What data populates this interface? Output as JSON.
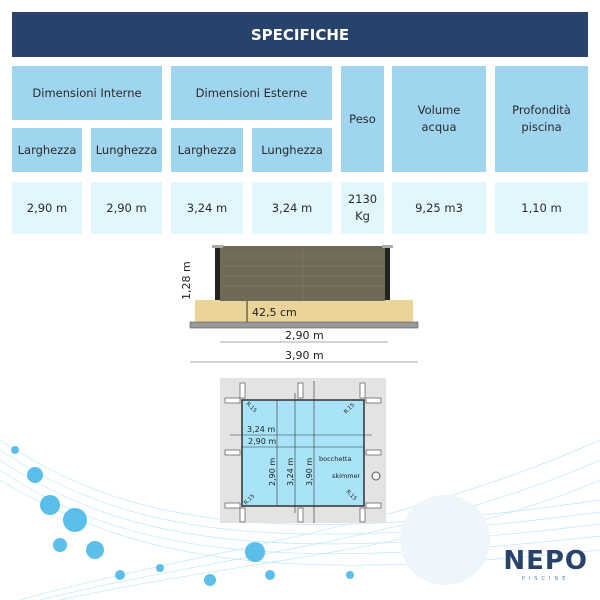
{
  "title": "SPECIFICHE",
  "headers": {
    "internal": "Dimensioni Interne",
    "external": "Dimensioni Esterne",
    "weight": "Peso",
    "volume": "Volume acqua",
    "depth": "Profondità piscina",
    "int_width": "Larghezza",
    "int_length": "Lunghezza",
    "ext_width": "Larghezza",
    "ext_length": "Lunghezza"
  },
  "values": {
    "int_width": "2,90 m",
    "int_length": "2,90 m",
    "ext_width": "3,24 m",
    "ext_length": "3,24 m",
    "weight": "2130 Kg",
    "volume": "9,25 m3",
    "depth": "1,10 m"
  },
  "side_drawing": {
    "height": "1,28 m",
    "buried": "42,5 cm",
    "inner": "2,90 m",
    "outer": "3,90 m"
  },
  "plan_drawing": {
    "radius": "R.15",
    "w_ext": "3,24 m",
    "w_int": "2,90 m",
    "h_int": "2,90 m",
    "h_ext": "3,24 m",
    "h_total": "3,90 m",
    "nozzle": "bocchetta",
    "skimmer": "skimmer"
  },
  "logo": {
    "name": "NEPO",
    "sub": "PISCINE"
  },
  "colors": {
    "title_bg": "#27426b",
    "header_bg": "#9fd5ef",
    "value_bg": "#e2f6fd"
  }
}
